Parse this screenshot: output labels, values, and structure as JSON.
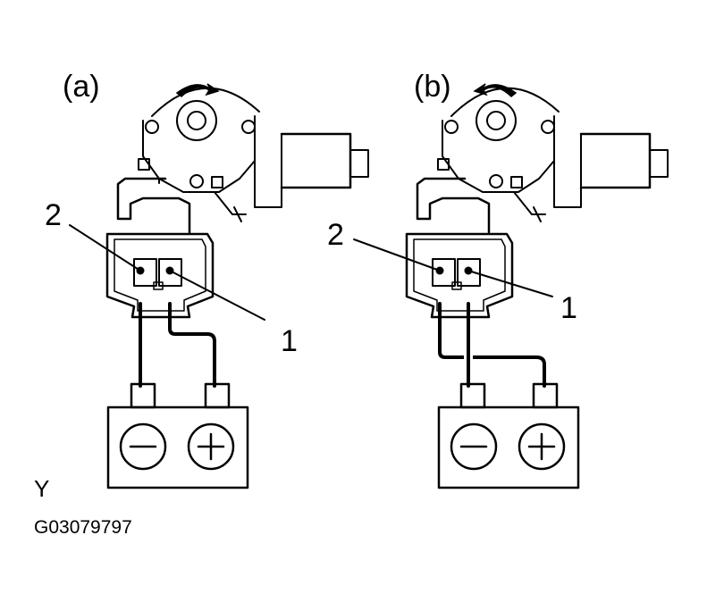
{
  "panels": [
    {
      "id": "a",
      "label": "(a)",
      "terminal_1_label": "1",
      "terminal_2_label": "2",
      "rotation": "clockwise"
    },
    {
      "id": "b",
      "label": "(b)",
      "terminal_1_label": "1",
      "terminal_2_label": "2",
      "rotation": "counterclockwise"
    }
  ],
  "battery": {
    "negative_symbol": "−",
    "positive_symbol": "+"
  },
  "corner_mark": "Y",
  "figure_code": "G03079797"
}
